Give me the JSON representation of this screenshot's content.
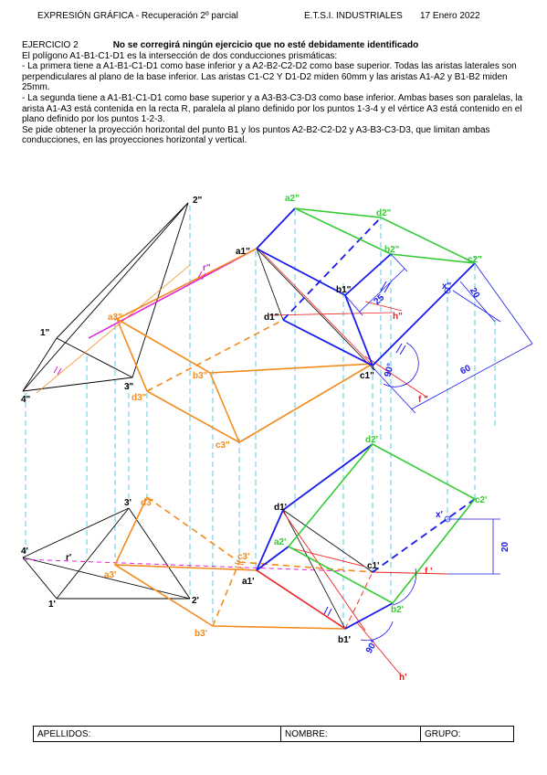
{
  "header": {
    "course": "EXPRESIÓN GRÁFICA - Recuperación 2º parcial",
    "school": "E.T.S.I. INDUSTRIALES",
    "date": "17 Enero 2022"
  },
  "statement": {
    "exercise": "EJERCICIO 2",
    "warning": "No se corregirá ningún ejercicio que no esté debidamente identificado",
    "lines": [
      "El polígono A1-B1-C1-D1 es la intersección de dos conducciones prismáticas:",
      "- La primera tiene a A1-B1-C1-D1 como base inferior y a A2-B2-C2-D2 como base superior. Todas las aristas laterales son perpendiculares al plano de la base inferior. Las aristas C1-C2 Y D1-D2 miden 60mm y las aristas A1-A2 y B1-B2 miden 25mm.",
      "- La segunda tiene a A1-B1-C1-D1 como base superior y a A3-B3-C3-D3 como base inferior. Ambas bases son paralelas, la arista A1-A3 está contenida en la recta R, paralela al plano definido por los puntos 1-3-4 y el vértice A3 está contenido en el plano definido por los puntos 1-2-3.",
      "Se pide obtener la proyección horizontal del punto B1 y los puntos A2-B2-C2-D2 y A3-B3-C3-D3, que limitan ambas conducciones, en las proyecciones horizontal y vertical."
    ]
  },
  "colors": {
    "black": "#000000",
    "green": "#33cc33",
    "blue": "#1a1aee",
    "orange": "#f28a1c",
    "magenta": "#e020e0",
    "red": "#ee2020",
    "cyan": "#33bbdd"
  },
  "labels": {
    "vertical": {
      "p2": "2\"",
      "p1": "1\"",
      "p3": "3\"",
      "p4": "4\"",
      "r": "r\"",
      "a1": "a1\"",
      "b1": "b1\"",
      "c1": "c1\"",
      "d1": "d1\"",
      "a2": "a2\"",
      "b2": "b2\"",
      "c2": "c2\"",
      "d2": "d2\"",
      "a3": "a3\"",
      "b3": "b3\"",
      "c3": "c3\"",
      "d3": "d3\"",
      "h": "h\"",
      "f": "f \"",
      "x": "x\""
    },
    "horizontal": {
      "p1": "1'",
      "p2": "2'",
      "p3": "3'",
      "p4": "4'",
      "r": "r'",
      "a1": "a1'",
      "b1": "b1'",
      "c1": "c1'",
      "d1": "d1'",
      "a2": "a2'",
      "b2": "b2'",
      "c2": "c2'",
      "d2": "d2'",
      "a3": "a3'",
      "b3": "b3'",
      "c3": "c3'",
      "d3": "d3'",
      "h": "h'",
      "f": "f '",
      "x": "x'"
    },
    "dims": {
      "d25": "25",
      "d20v": "20",
      "d60": "60",
      "d20h": "20",
      "ang90v": "90°",
      "ang90h": "90°"
    }
  },
  "footer": {
    "apellidos": "APELLIDOS:",
    "nombre": "NOMBRE:",
    "grupo": "GRUPO:"
  }
}
